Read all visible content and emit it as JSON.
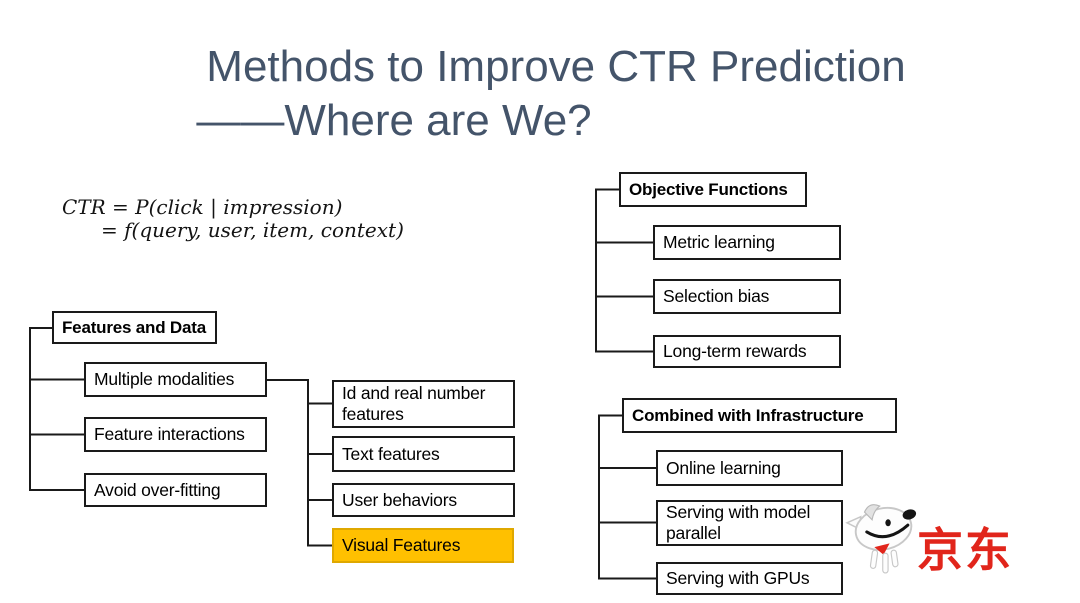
{
  "title": {
    "line1": "Methods to Improve CTR Prediction",
    "line2": "——Where are We?"
  },
  "formula": {
    "line1": "CTR = P(click | impression)",
    "line2": "= f(query, user, item, context)"
  },
  "trees": {
    "features_and_data": {
      "root": "Features and Data",
      "children": [
        "Multiple modalities",
        "Feature interactions",
        "Avoid over-fitting"
      ],
      "multiple_modalities_children": [
        "Id and real number features",
        "Text features",
        "User behaviors",
        "Visual Features"
      ],
      "highlighted_node": "Visual Features"
    },
    "objective_functions": {
      "root": "Objective Functions",
      "children": [
        "Metric learning",
        "Selection bias",
        "Long-term rewards"
      ]
    },
    "combined_with_infrastructure": {
      "root": "Combined with Infrastructure",
      "children": [
        "Online learning",
        "Serving with model parallel",
        "Serving with GPUs"
      ]
    }
  },
  "logo": {
    "brand": "京东",
    "mascot": "jd-joy-dog"
  },
  "colors": {
    "title_text": "#44546A",
    "box_border": "#1A1A1A",
    "highlight_fill": "#FFC000",
    "highlight_border": "#DFA800",
    "jd_red": "#E1251B"
  }
}
